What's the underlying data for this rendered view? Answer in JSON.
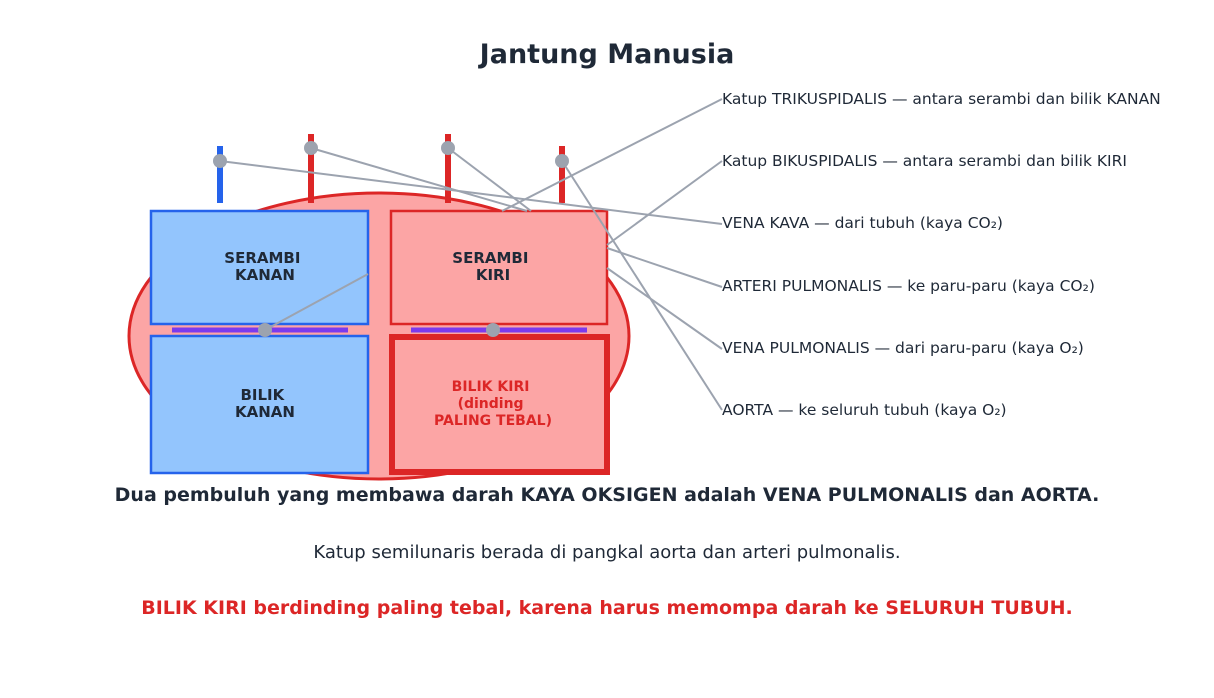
{
  "title": "Jantung Manusia",
  "chambers": {
    "right_atrium": [
      "SERAMBI",
      "KANAN"
    ],
    "left_atrium": [
      "SERAMBI",
      "KIRI"
    ],
    "right_ventricle": [
      "BILIK",
      "KANAN"
    ],
    "left_ventricle": [
      "BILIK KIRI",
      "(dinding",
      "PALING TEBAL)"
    ]
  },
  "annotations": [
    "Katup TRIKUSPIDALIS — antara serambi dan bilik KANAN",
    "Katup BIKUSPIDALIS — antara serambi dan bilik KIRI",
    "VENA KAVA — dari tubuh (kaya CO₂)",
    "ARTERI PULMONALIS — ke paru-paru (kaya CO₂)",
    "VENA PULMONALIS — dari paru-paru (kaya O₂)",
    "AORTA — ke seluruh tubuh (kaya O₂)"
  ],
  "captions": {
    "oxygen_note": "Dua pembuluh yang membawa darah KAYA OKSIGEN adalah VENA PULMONALIS dan AORTA.",
    "valve_note": "Katup semilunaris berada di pangkal aorta dan arteri pulmonalis.",
    "ventricle_note": "BILIK KIRI berdinding paling tebal, karena harus memompa darah ke SELURUH TUBUH."
  },
  "colors": {
    "heart_fill": "#fca5a5",
    "heart_stroke": "#dc2626",
    "deoxygenated_fill": "#93c5fd",
    "deoxygenated_stroke": "#2563eb",
    "oxygenated_fill": "#fca5a5",
    "oxygenated_stroke": "#dc2626",
    "valve": "#7c3aed",
    "leader_line": "#9ca3af",
    "text": "#1f2937",
    "emphasis": "#dc2626"
  }
}
